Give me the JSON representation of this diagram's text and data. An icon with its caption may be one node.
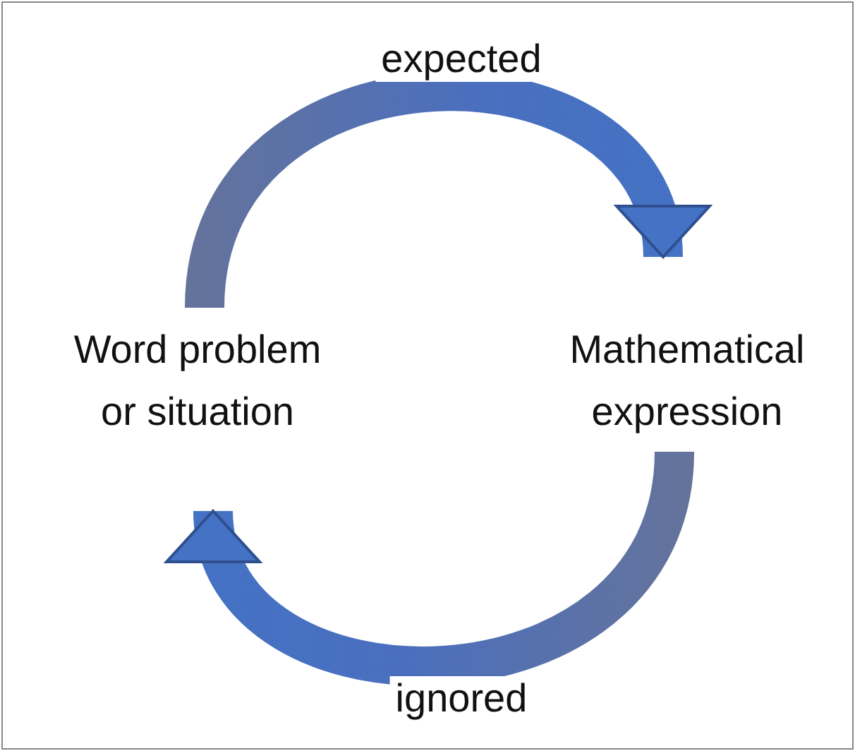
{
  "diagram": {
    "nodes": [
      {
        "text": [
          "Word problem or situation"
        ]
      },
      {
        "text": [
          "Mathematical expression"
        ]
      }
    ],
    "edges": [
      {
        "from": 0,
        "to": 1,
        "arrow": "to",
        "label": "expected"
      },
      {
        "from": 1,
        "to": 0,
        "arrow": "to",
        "label": "ignored"
      }
    ]
  }
}
